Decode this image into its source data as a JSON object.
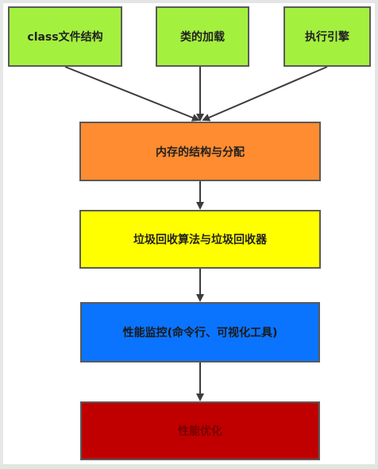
{
  "top_boxes": [
    {
      "label": "class文件结构"
    },
    {
      "label": "类的加载"
    },
    {
      "label": "执行引擎"
    }
  ],
  "flow": [
    {
      "label": "内存的结构与分配"
    },
    {
      "label": "垃圾回收算法与垃圾回收器"
    },
    {
      "label": "性能监控(命令行、可视化工具)"
    },
    {
      "label": "性能优化"
    }
  ],
  "colors": {
    "green": "#a4f03f",
    "orange": "#ff8c30",
    "yellow": "#ffff00",
    "blue": "#0a74ff",
    "red": "#c00000",
    "arrow": "#3c3c3c"
  }
}
